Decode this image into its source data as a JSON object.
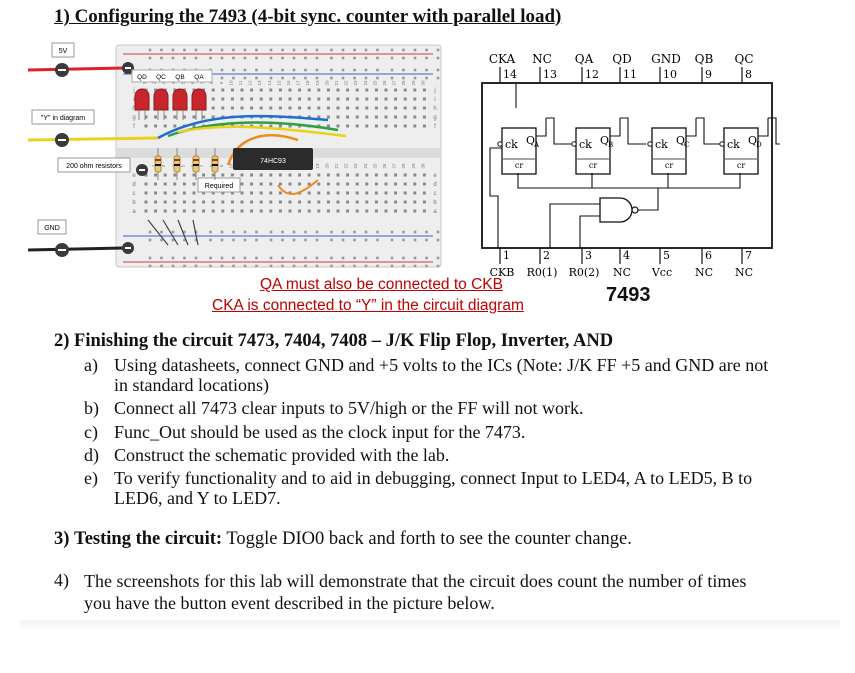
{
  "section1": {
    "heading": "1) Configuring the 7493 (4-bit sync. counter with parallel load)"
  },
  "breadboard": {
    "labels": {
      "vcc": "5V",
      "y_in_diagram": "\"Y\" in diagram",
      "resistors": "200 ohm resistors",
      "gnd": "GND",
      "required": "Required",
      "chip": "74HC93"
    },
    "led_labels": [
      "QD",
      "QC",
      "QB",
      "QA"
    ],
    "row_letters_top": [
      "j",
      "i",
      "h",
      "g",
      "f"
    ],
    "row_letters_bottom": [
      "e",
      "d",
      "c",
      "b",
      "a"
    ],
    "column_numbers": [
      "1",
      "2",
      "3",
      "4",
      "5",
      "6",
      "7",
      "8",
      "9",
      "10",
      "11",
      "12",
      "13",
      "14",
      "15",
      "16",
      "17",
      "18",
      "19",
      "20",
      "21",
      "22",
      "23",
      "24",
      "25",
      "26",
      "27",
      "28",
      "29",
      "30"
    ],
    "colors": {
      "wire_red": "#e0202a",
      "wire_black": "#222222",
      "wire_blue": "#1e6fd0",
      "wire_green": "#2ea043",
      "wire_orange": "#f08a1c",
      "wire_yellow": "#e9d21e",
      "led": "#c8262c",
      "rail_red": "#d23a3a",
      "rail_blue": "#3a64c8"
    }
  },
  "ic7493": {
    "top_pins": [
      {
        "name": "CKA",
        "num": "14"
      },
      {
        "name": "NC",
        "num": "13"
      },
      {
        "name": "QA",
        "num": "12"
      },
      {
        "name": "QD",
        "num": "11"
      },
      {
        "name": "GND",
        "num": "10"
      },
      {
        "name": "QB",
        "num": "9"
      },
      {
        "name": "QC",
        "num": "8"
      }
    ],
    "bottom_pins": [
      {
        "name": "CKB",
        "num": "1"
      },
      {
        "name": "R0(1)",
        "num": "2"
      },
      {
        "name": "R0(2)",
        "num": "3"
      },
      {
        "name": "NC",
        "num": "4"
      },
      {
        "name": "Vcc",
        "num": "5"
      },
      {
        "name": "NC",
        "num": "6"
      },
      {
        "name": "NC",
        "num": "7"
      }
    ],
    "ff": [
      {
        "q": "Q",
        "sub": "A",
        "ck": "ck",
        "cr": "cr"
      },
      {
        "q": "Q",
        "sub": "B",
        "ck": "ck",
        "cr": "cr"
      },
      {
        "q": "Q",
        "sub": "C",
        "ck": "ck",
        "cr": "cr"
      },
      {
        "q": "Q",
        "sub": "D",
        "ck": "ck",
        "cr": "cr"
      }
    ],
    "name": "7493"
  },
  "notes": {
    "qa_ckb": "QA must also be connected to CKB",
    "cka_y": "CKA is connected to “Y” in the circuit diagram"
  },
  "section2": {
    "heading": "2) Finishing the circuit 7473, 7404, 7408 – J/K Flip Flop, Inverter, AND",
    "items": [
      {
        "letter": "a)",
        "text": "Using datasheets, connect GND and +5 volts to the ICs (Note: J/K FF +5 and GND are not in standard locations)"
      },
      {
        "letter": "b)",
        "text": "Connect all 7473 clear inputs to 5V/high or the FF will not work."
      },
      {
        "letter": "c)",
        "text": "Func_Out should be used as the clock input for the 7473."
      },
      {
        "letter": "d)",
        "text": "Construct the schematic provided with the lab."
      },
      {
        "letter": "e)",
        "text": "To verify functionality and to aid in debugging, connect Input to LED4, A to LED5, B to LED6, and Y to LED7."
      }
    ]
  },
  "section3": {
    "number": "3)",
    "bold": "Testing the circuit:",
    "text": "Toggle DIO0 back and forth to see the counter change."
  },
  "section4": {
    "number": "4)",
    "text": "The screenshots for this lab will demonstrate that the circuit does count the number of times you have the button event described in the picture below."
  }
}
